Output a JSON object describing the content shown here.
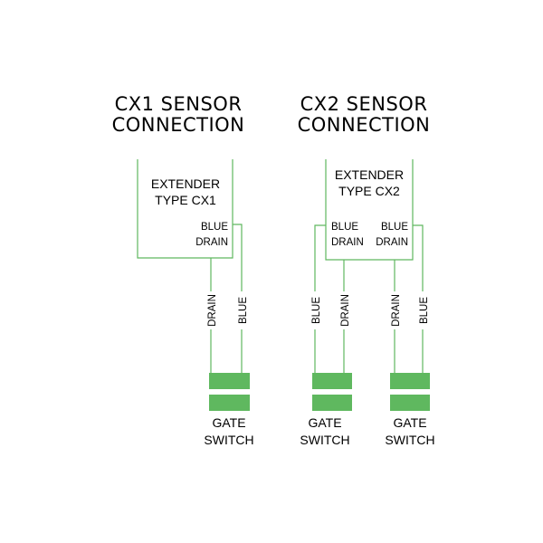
{
  "titles": {
    "cx1_line1": "CX1 SENSOR",
    "cx1_line2": "CONNECTION",
    "cx2_line1": "CX2 SENSOR",
    "cx2_line2": "CONNECTION"
  },
  "extenders": {
    "cx1_line1": "EXTENDER",
    "cx1_line2": "TYPE CX1",
    "cx2_line1": "EXTENDER",
    "cx2_line2": "TYPE CX2"
  },
  "terminals": {
    "blue": "BLUE",
    "drain": "DRAIN"
  },
  "gate_switch": {
    "line1": "GATE",
    "line2": "SWITCH"
  }
}
